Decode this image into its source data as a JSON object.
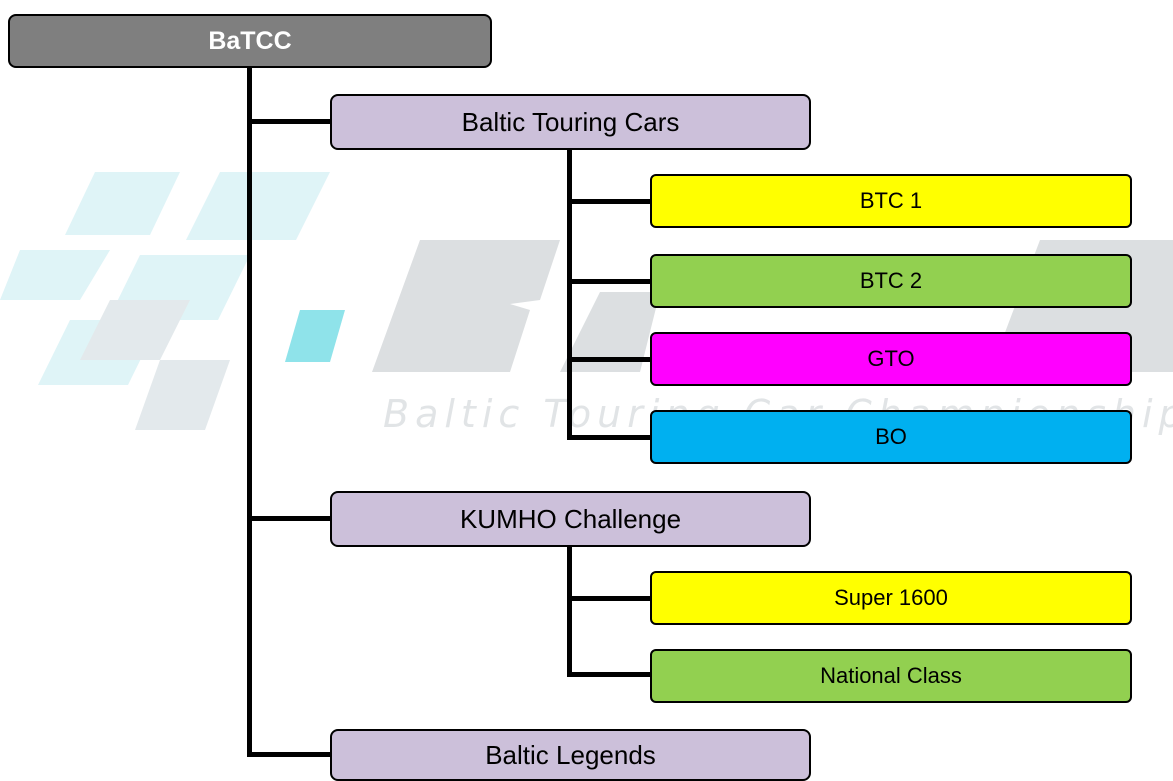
{
  "watermark": {
    "logo_text": "BaTCC",
    "tagline": "Baltic Touring Car Championship"
  },
  "root": {
    "label": "BaTCC",
    "color": "#7f7f7f"
  },
  "categories": [
    {
      "label": "Baltic Touring Cars",
      "color": "#ccc0da",
      "classes": [
        {
          "label": "BTC 1",
          "color": "#ffff00"
        },
        {
          "label": "BTC 2",
          "color": "#92d050"
        },
        {
          "label": "GTO",
          "color": "#ff00ff"
        },
        {
          "label": "BO",
          "color": "#00b0f0"
        }
      ]
    },
    {
      "label": "KUMHO Challenge",
      "color": "#ccc0da",
      "classes": [
        {
          "label": "Super 1600",
          "color": "#ffff00"
        },
        {
          "label": "National Class",
          "color": "#92d050"
        }
      ]
    },
    {
      "label": "Baltic Legends",
      "color": "#ccc0da",
      "classes": []
    }
  ]
}
